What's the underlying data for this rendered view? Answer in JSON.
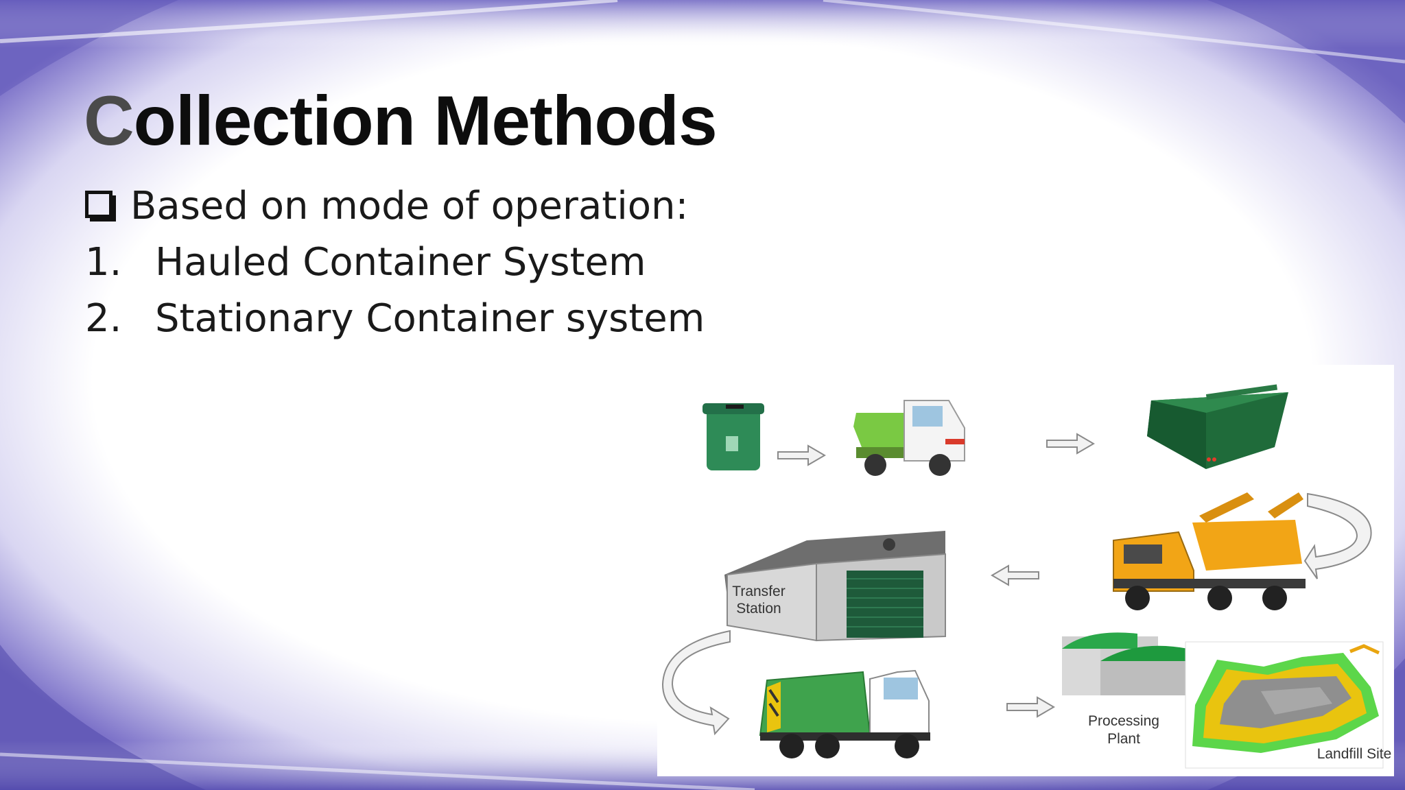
{
  "slide": {
    "title_first_letter": "C",
    "title_rest": "ollection Methods",
    "bullet": "Based on mode of operation:",
    "items": [
      {
        "number": "1.",
        "text": "Hauled Container System"
      },
      {
        "number": "2.",
        "text": "Stationary Container system"
      }
    ]
  },
  "diagram": {
    "labels": {
      "transfer_line1": "Transfer",
      "transfer_line2": "Station",
      "processing_line1": "Processing",
      "processing_line2": "Plant",
      "landfill": "Landfill Site"
    },
    "colors": {
      "bin_green": "#2e8b57",
      "truck_body_green": "#7ac943",
      "skip_green": "#1f6b3a",
      "yellow_truck": "#f2a516",
      "compactor_green": "#3fa34d",
      "landfill_green": "#5cd64a",
      "landfill_yellow": "#e9c40f"
    }
  },
  "theme": {
    "accent": "#6a5acd",
    "text": "#1a1a1a"
  }
}
